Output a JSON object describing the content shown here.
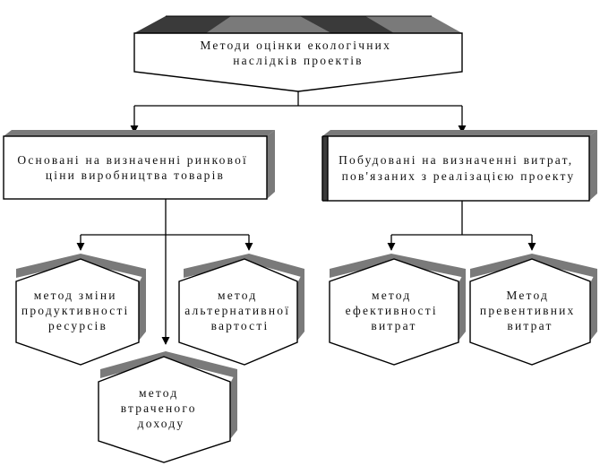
{
  "root": {
    "lines": [
      "Методи оцінки екологічних",
      "наслідків проектів"
    ]
  },
  "left_group": {
    "lines": [
      "Основані на визначенні ринкової",
      "ціни виробництва товарів"
    ]
  },
  "right_group": {
    "lines": [
      "Побудовані на визначенні витрат,",
      "пов'язаних з реалізацією проекту"
    ]
  },
  "methods": {
    "productivity": {
      "lines": [
        "метод зміни",
        "продуктивності",
        "ресурсів"
      ]
    },
    "alternative": {
      "lines": [
        "метод",
        "альтернативної",
        "вартості"
      ]
    },
    "lost_income": {
      "lines": [
        "метод",
        "втраченого",
        "доходу"
      ]
    },
    "efficiency": {
      "lines": [
        "метод",
        "ефективності",
        "витрат"
      ]
    },
    "preventive": {
      "lines": [
        "Метод",
        "превентивних",
        "витрат"
      ]
    }
  }
}
